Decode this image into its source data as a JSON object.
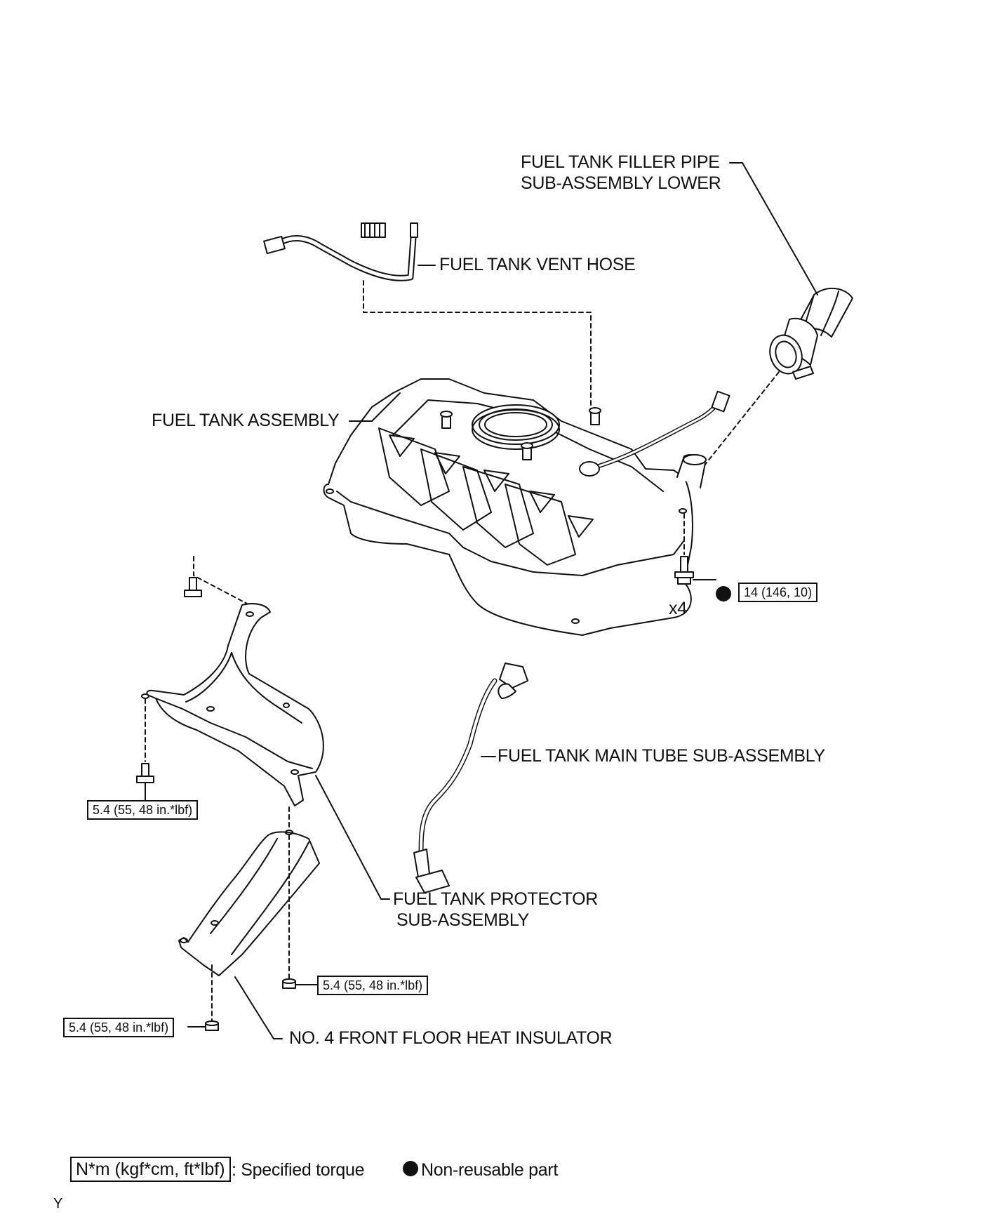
{
  "labels": {
    "filler_pipe_line1": "FUEL TANK FILLER PIPE",
    "filler_pipe_line2": "SUB-ASSEMBLY LOWER",
    "vent_hose": "FUEL TANK VENT HOSE",
    "tank_assembly": "FUEL TANK ASSEMBLY",
    "main_tube": "FUEL TANK MAIN TUBE SUB-ASSEMBLY",
    "protector_line1": "FUEL TANK PROTECTOR",
    "protector_line2": "SUB-ASSEMBLY",
    "heat_insulator": "NO. 4 FRONT FLOOR HEAT INSULATOR",
    "quantity": "x4"
  },
  "torques": {
    "tank_bolt": "14 (146, 10)",
    "protector_bolt": "5.4 (55, 48 in.*lbf)",
    "insulator_nut_right": "5.4 (55, 48 in.*lbf)",
    "insulator_nut_left": "5.4 (55, 48 in.*lbf)"
  },
  "legend": {
    "unit_box": "N*m (kgf*cm, ft*lbf)",
    "unit_desc": ": Specified torque",
    "nonreusable": "Non-reusable part"
  },
  "figure_code": "Y"
}
